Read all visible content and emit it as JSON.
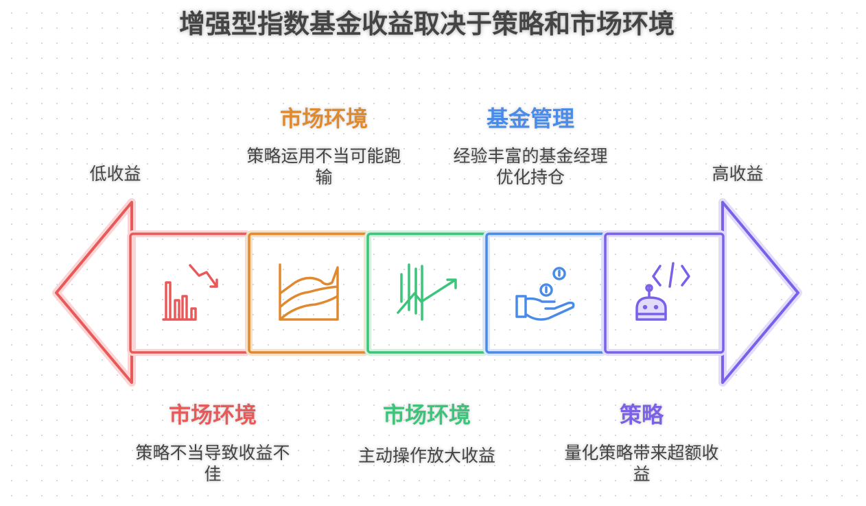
{
  "title": "增强型指数基金收益取决于策略和市场环境",
  "scale": {
    "low": "低收益",
    "high": "高收益"
  },
  "top_labels": [
    {
      "heading": "市场环境",
      "description_line1": "策略运用不当可能跑",
      "description_line2": "输",
      "color": "#e08a30"
    },
    {
      "heading": "基金管理",
      "description_line1": "经验丰富的基金经理",
      "description_line2": "优化持仓",
      "color": "#4a8be8"
    }
  ],
  "bottom_labels": [
    {
      "heading": "市场环境",
      "description_line1": "策略不当导致收益不",
      "description_line2": "佳",
      "color": "#e85a5a"
    },
    {
      "heading": "市场环境",
      "description_line1": "主动操作放大收益",
      "description_line2": "",
      "color": "#3cc47a"
    },
    {
      "heading": "策略",
      "description_line1": "量化策略带来超额收",
      "description_line2": "益",
      "color": "#7b61e8"
    }
  ],
  "segments": [
    {
      "icon": "declining-bar-chart-icon",
      "color": "#e85a5a"
    },
    {
      "icon": "area-chart-icon",
      "color": "#e08a30"
    },
    {
      "icon": "rising-trend-icon",
      "color": "#3cc47a"
    },
    {
      "icon": "hand-coins-icon",
      "color": "#4a8be8"
    },
    {
      "icon": "robot-code-icon",
      "color": "#7b61e8"
    }
  ]
}
